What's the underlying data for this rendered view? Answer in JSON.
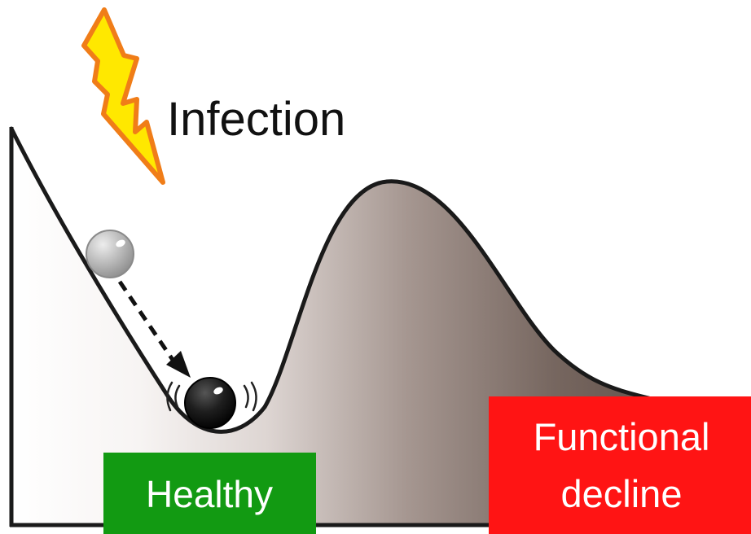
{
  "title": "Infection",
  "labels": {
    "healthy": "Healthy",
    "decline_line1": "Functional",
    "decline_line2": "decline"
  },
  "icons": {
    "bolt": "lightning-bolt-icon",
    "ball_before": "grey-ball-icon",
    "ball_after": "black-ball-icon",
    "arrow": "dashed-arrow-icon"
  },
  "colors": {
    "healthy_bg": "#129a12",
    "decline_bg": "#ff1414",
    "label_text": "#ffffff",
    "curve": "#1a1a1a",
    "bolt_fill": "#ffe800",
    "bolt_stroke": "#f07d18",
    "fill_light": "#f4f1f0",
    "fill_dark": "#6a5a54"
  }
}
